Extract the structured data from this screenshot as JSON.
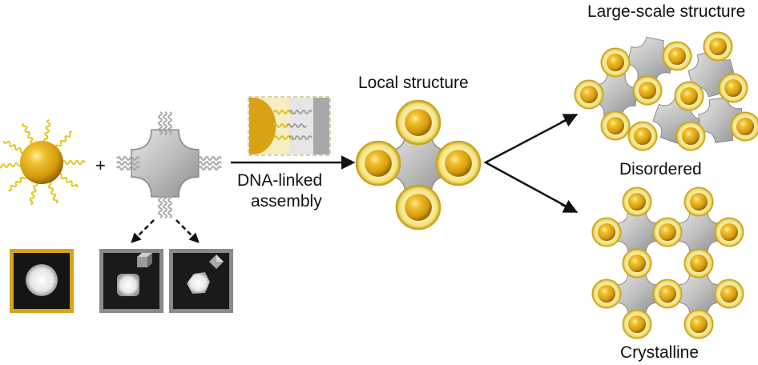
{
  "labels": {
    "plus": "+",
    "dna_linked_line1": "DNA-linked",
    "dna_linked_line2": "assembly",
    "local_structure": "Local structure",
    "large_scale_structure": "Large-scale structure",
    "disordered": "Disordered",
    "crystalline": "Crystalline"
  },
  "colors": {
    "gold": "#d9a216",
    "gold_dark": "#b88208",
    "dna_yellow": "#e8d020",
    "shell": "#f4e48a",
    "cross_gray": "#b8b8b8",
    "arrow": "#111111",
    "frame_gold": "#d8a21c",
    "frame_gray": "#8a8a8a"
  },
  "icons": {
    "nanoparticle": "dna-coated-gold-sphere-icon",
    "linker": "dna-coated-cross-linker-icon",
    "inset": "dna-linker-detail-icon",
    "tem_sphere": "tem-sphere-image",
    "tem_cube": "tem-cube-image",
    "tem_octahedron": "tem-octahedron-image"
  }
}
